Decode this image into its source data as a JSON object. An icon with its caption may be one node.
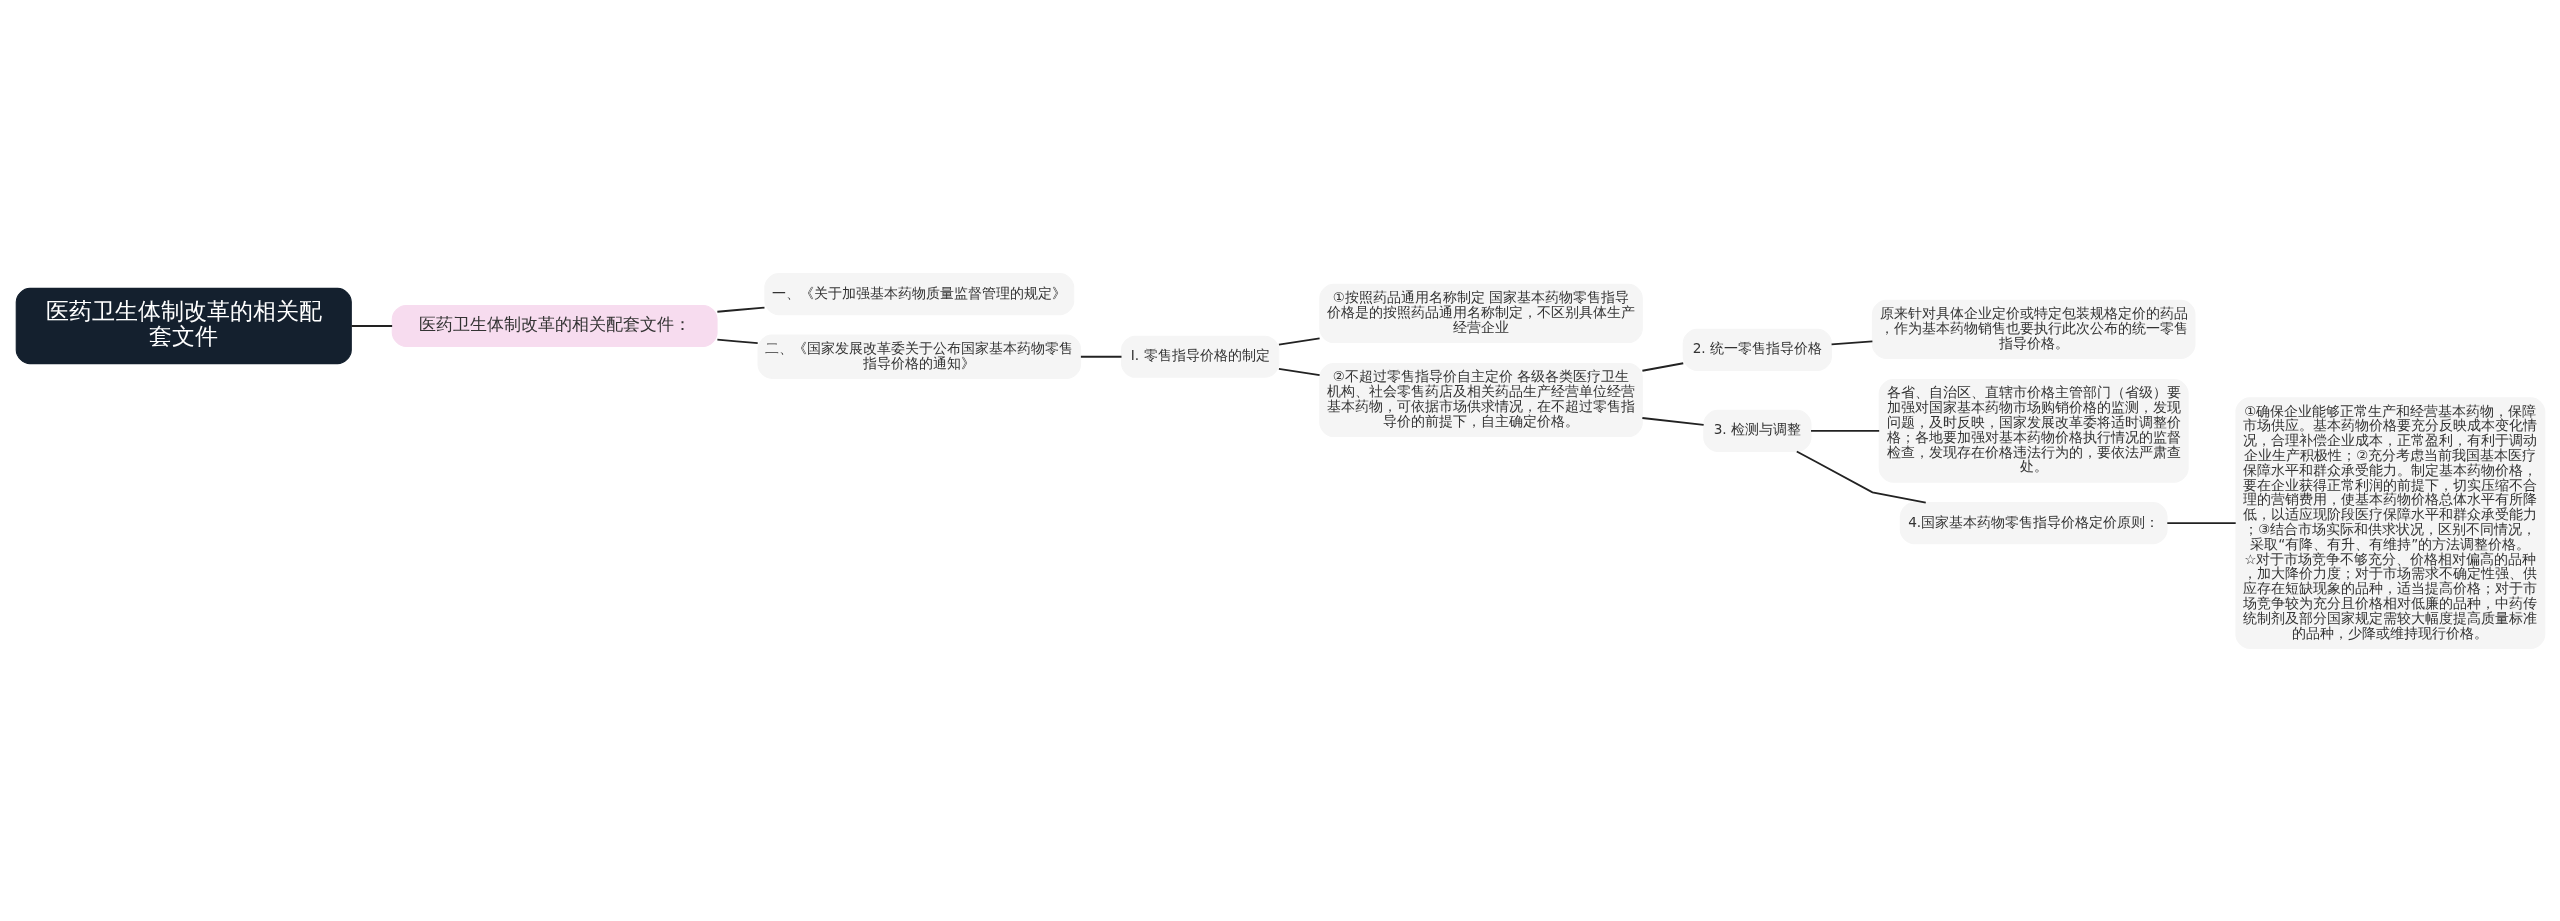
{
  "diagram": {
    "nodes": [
      {
        "text": [
          "医药卫生体制改革的相关配套文件"
        ]
      },
      {
        "text": [
          "医药卫生体制改革的相关配套文件："
        ]
      },
      {
        "text": [
          "一、《关于加强基本药物质量监督管理的规定》"
        ]
      },
      {
        "text": [
          "二、《国家发展改革委关于公布国家基本药物零售指导价格的通知》"
        ]
      },
      {
        "text": [
          "I. 零售指导价格的制定"
        ]
      },
      {
        "text": [
          "①按照药品通用名称制定 国家基本药物零售指导价格是的按照药品通用名称制定，不区别具体生产经营企业"
        ]
      },
      {
        "text": [
          "②不超过零售指导价自主定价 各级各类医疗卫生机构、社会零售药店及相关药品生产经营单位经营基本药物，可依据市场供求情况，在不超过零售指导价的前提下，自主确定价格。"
        ]
      },
      {
        "text": [
          "2. 统一零售指导价格"
        ]
      },
      {
        "text": [
          "原来针对具体企业定价或特定包装规格定价的药品，作为基本药物销售也要执行此次公布的统一零售指导价格。"
        ]
      },
      {
        "text": [
          "3. 检测与调整"
        ]
      },
      {
        "text": [
          "各省、自治区、直辖市价格主管部门（省级）要加强对国家基本药物市场购销价格的监测，发现问题，及时反映，国家发展改革委将适时调整价格；各地要加强对基本药物价格执行情况的监督检查，发现存在价格违法行为的，要依法严肃查处。"
        ]
      },
      {
        "text": [
          "4.国家基本药物零售指导价格定价原则："
        ]
      },
      {
        "text": [
          "①确保企业能够正常生产和经营基本药物，保障市场供应。基本药物价格要充分反映成本变化情况，合理补偿企业成本，正常盈利，有利于调动企业生产积极性；②充分考虑当前我国基本医疗保障水平和群众承受能力。制定基本药物价格，要在企业获得正常利润的前提下，切实压缩不合理的营销费用，使基本药物价格总体水平有所降低，以适应现阶段医疗保障水平和群众承受能力；③结合市场实际和供求状况，区别不同情况，采取“有降、有升、有维持”的方法调整价格。☆对于市场竞争不够充分、价格相对偏高的品种，加大降价力度；对于市场需求不确定性强、供应存在短缺现象的品种，适当提高价格；对于市场竞争较为充分且价格相对低廉的品种，中药传统制剂及部分国家规定需较大幅度提高质量标准的品种，少降或维持现行价格。"
        ]
      }
    ],
    "edges": [
      {
        "from": 0,
        "to": 1,
        "arrow": "none"
      },
      {
        "from": 1,
        "to": 2,
        "arrow": "none"
      },
      {
        "from": 1,
        "to": 3,
        "arrow": "none"
      },
      {
        "from": 3,
        "to": 4,
        "arrow": "none"
      },
      {
        "from": 4,
        "to": 5,
        "arrow": "none"
      },
      {
        "from": 4,
        "to": 6,
        "arrow": "none"
      },
      {
        "from": 6,
        "to": 7,
        "arrow": "none"
      },
      {
        "from": 7,
        "to": 8,
        "arrow": "none"
      },
      {
        "from": 6,
        "to": 9,
        "arrow": "none"
      },
      {
        "from": 9,
        "to": 10,
        "arrow": "none"
      },
      {
        "from": 9,
        "to": 11,
        "arrow": "none"
      },
      {
        "from": 11,
        "to": 12,
        "arrow": "none"
      }
    ]
  }
}
